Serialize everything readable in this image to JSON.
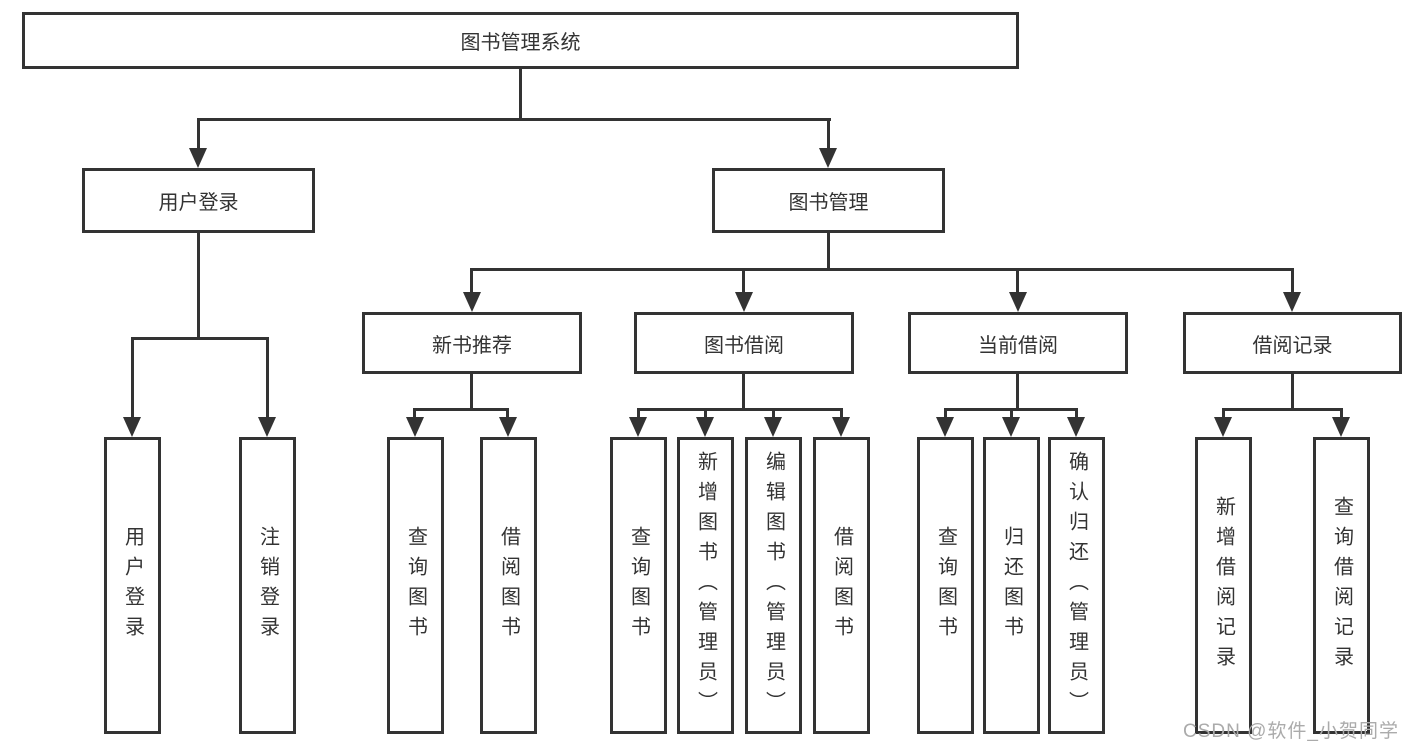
{
  "nodes": {
    "root": "图书管理系统",
    "user_login": "用户登录",
    "book_mgmt": "图书管理",
    "login_children": [
      "用户登录",
      "注销登录"
    ],
    "l3": [
      "新书推荐",
      "图书借阅",
      "当前借阅",
      "借阅记录"
    ],
    "recommend_children": [
      "查询图书",
      "借阅图书"
    ],
    "borrow_children": [
      "查询图书",
      "新增图书（管理员）",
      "编辑图书（管理员）",
      "借阅图书"
    ],
    "current_children": [
      "查询图书",
      "归还图书",
      "确认归还（管理员）"
    ],
    "records_children": [
      "新增借阅记录",
      "查询借阅记录"
    ]
  },
  "watermark": "CSDN @软件_小贺同学",
  "colors": {
    "line": "#333333",
    "text": "#333333",
    "watermark": "#ababab",
    "background": "#ffffff"
  }
}
